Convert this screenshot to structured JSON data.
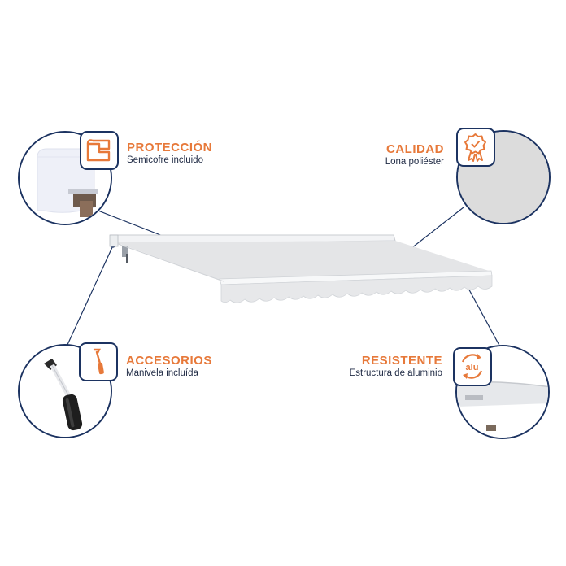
{
  "colors": {
    "accent": "#e7793a",
    "navy": "#1c3361",
    "fabric": "#e4e5e7"
  },
  "features": [
    {
      "id": "proteccion",
      "title": "PROTECCIÓN",
      "subtitle": "Semicofre incluido",
      "icon": "semicofre-icon"
    },
    {
      "id": "calidad",
      "title": "CALIDAD",
      "subtitle": "Lona poliéster",
      "icon": "quality-ribbon-icon"
    },
    {
      "id": "accesorios",
      "title": "ACCESORIOS",
      "subtitle": "Manivela incluída",
      "icon": "crank-handle-icon"
    },
    {
      "id": "resistente",
      "title": "RESISTENTE",
      "subtitle": "Estructura de aluminio",
      "icon": "alu-recycle-icon"
    }
  ],
  "alu_label": "alu"
}
